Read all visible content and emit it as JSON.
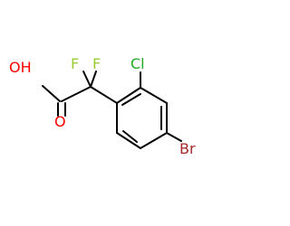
{
  "molecule": {
    "atoms": {
      "hydroxyl": "OH",
      "carbonyl_oxygen": "O",
      "fluorine_a": "F",
      "fluorine_b": "F",
      "chlorine": "Cl",
      "bromine": "Br"
    },
    "colors": {
      "bond": "#000000",
      "oxygen": "#ff0000",
      "fluorine": "#99cc33",
      "chlorine": "#22aa22",
      "bromine": "#a52a2a"
    }
  }
}
